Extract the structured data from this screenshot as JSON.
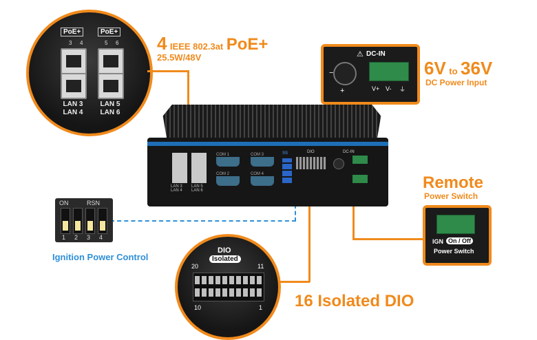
{
  "poe": {
    "count": "4",
    "standard": "IEEE 802.3at",
    "brand": "PoE+",
    "power": "25.5W/48V",
    "port_labels": [
      "PoE+",
      "PoE+"
    ],
    "pin_labels": [
      "3",
      "4",
      "5",
      "6"
    ],
    "lan_groups": [
      [
        "LAN 3",
        "LAN 4"
      ],
      [
        "LAN 5",
        "LAN 6"
      ]
    ]
  },
  "dc_in": {
    "label": "DC-IN",
    "range_from": "6V",
    "range_to_word": "to",
    "range_to": "36V",
    "subtitle": "DC Power Input",
    "terminals": [
      "V+",
      "V-"
    ],
    "plus": "+",
    "minus": "−"
  },
  "remote": {
    "title": "Remote",
    "subtitle": "Power Switch",
    "ign": "IGN",
    "onoff": "On / Off",
    "switch_label": "Power Switch"
  },
  "ignition": {
    "title": "Ignition Power Control",
    "dip_top": [
      "ON",
      "RSN"
    ],
    "dip_numbers": [
      "1",
      "2",
      "3",
      "4"
    ]
  },
  "dio": {
    "title": "16 Isolated DIO",
    "header": "DIO",
    "isolated": "Isolated",
    "pin_top_left": "20",
    "pin_top_right": "11",
    "pin_bottom_left": "10",
    "pin_bottom_right": "1"
  },
  "device": {
    "com_ports": [
      "COM 1",
      "COM 3",
      "COM 2",
      "COM 4"
    ],
    "lan_small": [
      [
        "LAN 3",
        "LAN 4"
      ],
      [
        "LAN 5",
        "LAN 6"
      ]
    ],
    "usb_label": "SS",
    "dio_small": "DIO",
    "dc_small": "DC-IN"
  },
  "colors": {
    "accent": "#f08a1c",
    "blue_link": "#2f8fd8",
    "chassis": "#1a1a1a",
    "stripe": "#1e6fb8"
  }
}
